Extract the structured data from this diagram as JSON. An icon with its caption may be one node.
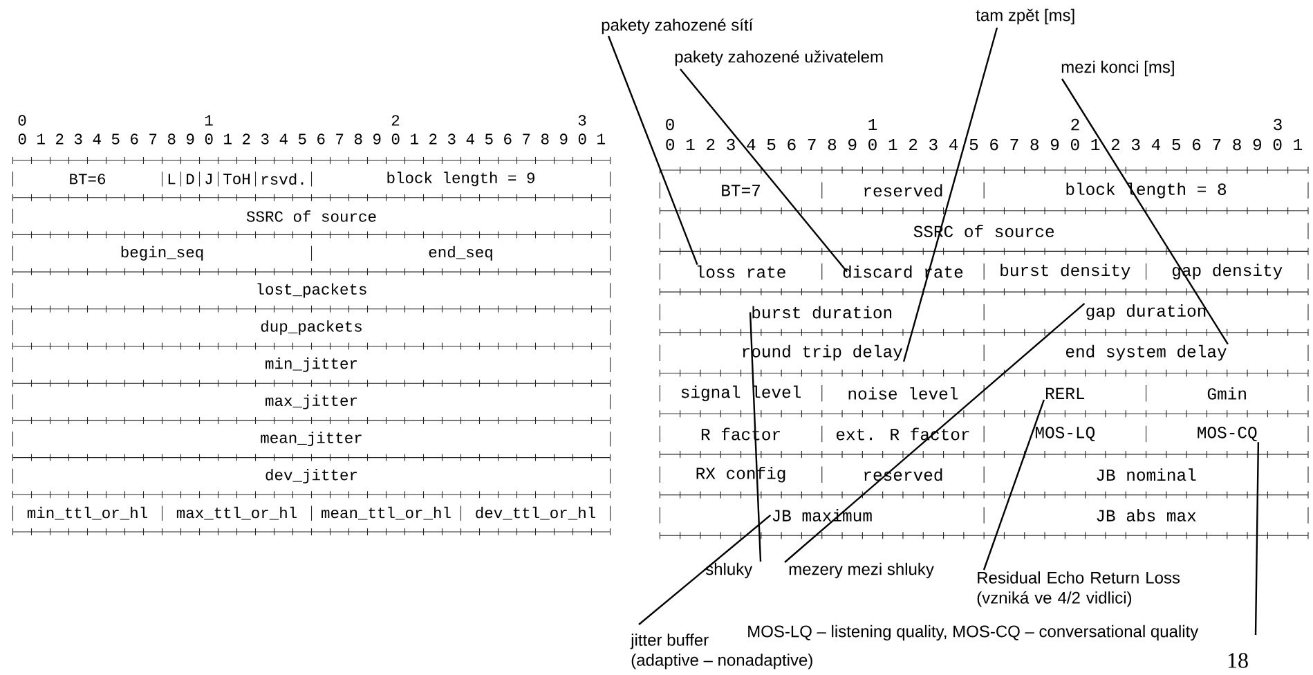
{
  "diagram": {
    "nodes": [
      {
        "text": [
          "pakety zahozené sítí"
        ]
      },
      {
        "text": [
          "tam zpět [ms]"
        ]
      },
      {
        "text": [
          "pakety zahozené uživatelem"
        ]
      },
      {
        "text": [
          "mezi konci [ms]"
        ]
      },
      {
        "text": [
          "BT=6"
        ]
      },
      {
        "text": [
          "L"
        ]
      },
      {
        "text": [
          "D"
        ]
      },
      {
        "text": [
          "J"
        ]
      },
      {
        "text": [
          "ToH"
        ]
      },
      {
        "text": [
          "rsvd."
        ]
      },
      {
        "text": [
          "block length = 9"
        ]
      },
      {
        "text": [
          "SSRC of source"
        ]
      },
      {
        "text": [
          "begin_seq"
        ]
      },
      {
        "text": [
          "end_seq"
        ]
      },
      {
        "text": [
          "lost_packets"
        ]
      },
      {
        "text": [
          "dup_packets"
        ]
      },
      {
        "text": [
          "min_jitter"
        ]
      },
      {
        "text": [
          "max_jitter"
        ]
      },
      {
        "text": [
          "mean_jitter"
        ]
      },
      {
        "text": [
          "dev_jitter"
        ]
      },
      {
        "text": [
          "min_ttl_or_hl"
        ]
      },
      {
        "text": [
          "max_ttl_or_hl"
        ]
      },
      {
        "text": [
          "mean_ttl_or_hl"
        ]
      },
      {
        "text": [
          "dev_ttl_or_hl"
        ]
      },
      {
        "text": [
          "BT=7"
        ]
      },
      {
        "text": [
          "reserved"
        ]
      },
      {
        "text": [
          "block length = 8"
        ]
      },
      {
        "text": [
          "SSRC of source"
        ]
      },
      {
        "text": [
          "loss rate"
        ]
      },
      {
        "text": [
          "discard rate"
        ]
      },
      {
        "text": [
          "burst density"
        ]
      },
      {
        "text": [
          "gap density"
        ]
      },
      {
        "text": [
          "burst duration"
        ]
      },
      {
        "text": [
          "gap duration"
        ]
      },
      {
        "text": [
          "round trip delay"
        ]
      },
      {
        "text": [
          "end system delay"
        ]
      },
      {
        "text": [
          "signal level"
        ]
      },
      {
        "text": [
          "noise level"
        ]
      },
      {
        "text": [
          "RERL"
        ]
      },
      {
        "text": [
          "Gmin"
        ]
      },
      {
        "text": [
          "R factor"
        ]
      },
      {
        "text": [
          "ext. R factor"
        ]
      },
      {
        "text": [
          "MOS-LQ"
        ]
      },
      {
        "text": [
          "MOS-CQ"
        ]
      },
      {
        "text": [
          "RX config"
        ]
      },
      {
        "text": [
          "reserved"
        ]
      },
      {
        "text": [
          "JB nominal"
        ]
      },
      {
        "text": [
          "JB maximum"
        ]
      },
      {
        "text": [
          "JB abs max"
        ]
      },
      {
        "text": [
          "shluky"
        ]
      },
      {
        "text": [
          "mezery mezi shluky"
        ]
      },
      {
        "text": [
          "Residual Echo Return Loss (vzniká ve 4/2 vidlici)"
        ]
      },
      {
        "text": [
          "MOS-LQ – listening quality, MOS-CQ – conversational quality"
        ]
      },
      {
        "text": [
          "jitter buffer (adaptive – nonadaptive)"
        ]
      }
    ],
    "edges": [
      {
        "from": 0,
        "to": 28,
        "arrow": "none"
      },
      {
        "from": 2,
        "to": 29,
        "arrow": "none"
      },
      {
        "from": 1,
        "to": 34,
        "arrow": "none"
      },
      {
        "from": 3,
        "to": 35,
        "arrow": "none"
      },
      {
        "from": 49,
        "to": 32,
        "arrow": "none"
      },
      {
        "from": 50,
        "to": 33,
        "arrow": "none"
      },
      {
        "from": 51,
        "to": 38,
        "arrow": "none"
      },
      {
        "from": 52,
        "to": 43,
        "arrow": "none"
      },
      {
        "from": 53,
        "to": 47,
        "arrow": "none"
      }
    ],
    "labels": [
      "0",
      "1",
      "2",
      "3",
      "0 1 2 3 4 5 6 7 8 9 0 1 2 3 4 5 6 7 8 9 0 1 2 3 4 5 6 7 8 9 0 1",
      "0",
      "1",
      "2",
      "3",
      "0 1 2 3 4 5 6 7 8 9 0 1 2 3 4 5 6 7 8 9 0 1 2 3 4 5 6 7 8 9 0 1",
      "18"
    ]
  }
}
